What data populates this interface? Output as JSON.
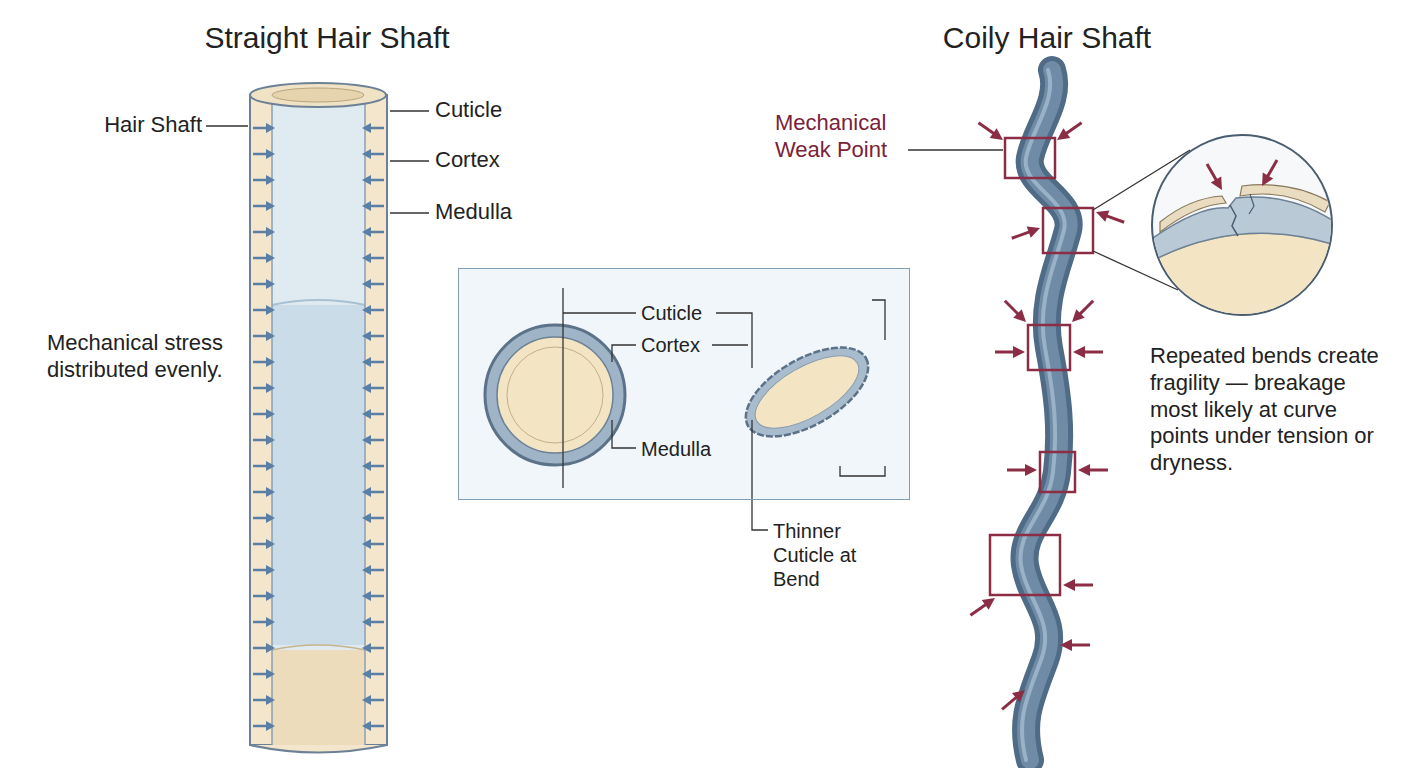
{
  "diagram": {
    "nodes": [
      {
        "text": [
          "Cuticle",
          "Cortex",
          "Medulla",
          "Thinner Cuticle at Bend"
        ]
      }
    ],
    "labels": [
      "Straight Hair Shaft",
      "Hair Shaft",
      "Cuticle",
      "Cortex",
      "Medulla",
      "Mechanical stress distributed evenly.",
      "Coily Hair Shaft",
      "Mechanical Weak Point",
      "Repeated bends create fragility — breakage most likely at curve points under tension or dryness."
    ]
  }
}
